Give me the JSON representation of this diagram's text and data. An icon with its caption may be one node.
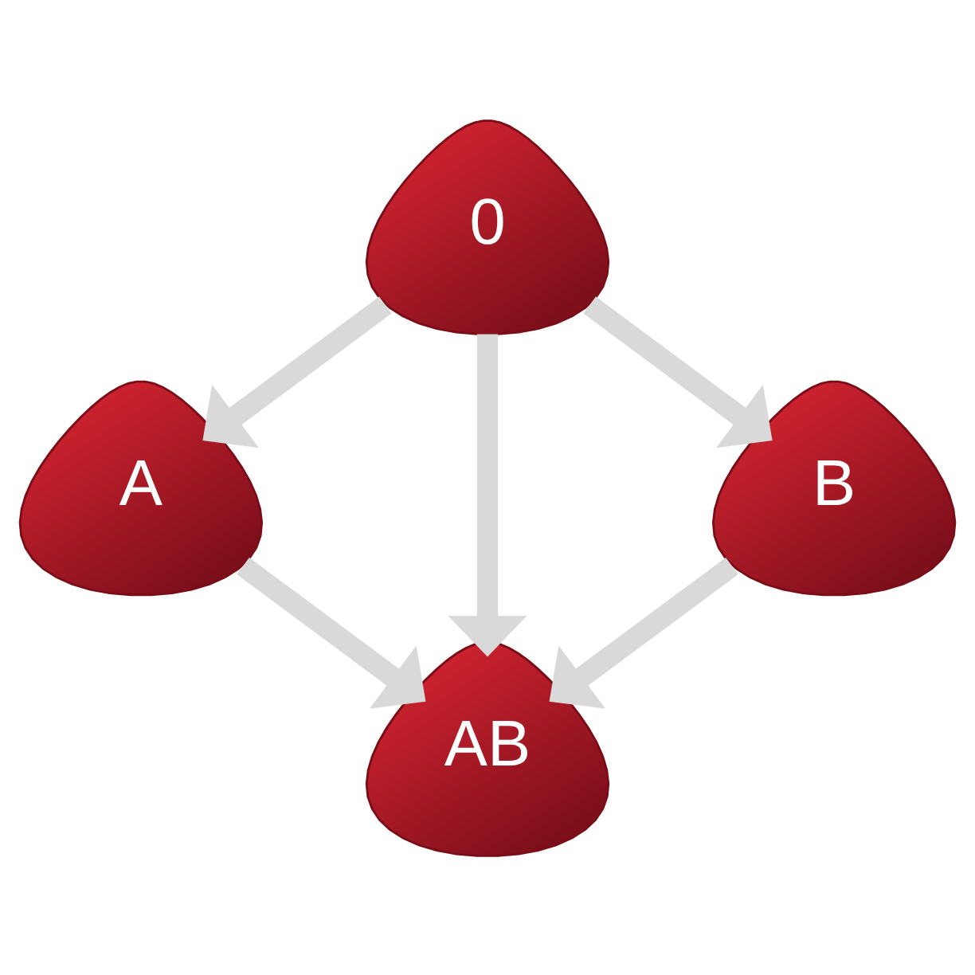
{
  "diagram": {
    "nodes": [
      {
        "text": [
          "0"
        ]
      },
      {
        "text": [
          "A"
        ]
      },
      {
        "text": [
          "B"
        ]
      },
      {
        "text": [
          "AB"
        ]
      }
    ],
    "edges": [
      {
        "from": 0,
        "to": 1,
        "arrow": "to"
      },
      {
        "from": 0,
        "to": 3,
        "arrow": "to"
      },
      {
        "from": 0,
        "to": 2,
        "arrow": "to"
      },
      {
        "from": 1,
        "to": 3,
        "arrow": "to"
      },
      {
        "from": 2,
        "to": 3,
        "arrow": "to"
      }
    ]
  }
}
